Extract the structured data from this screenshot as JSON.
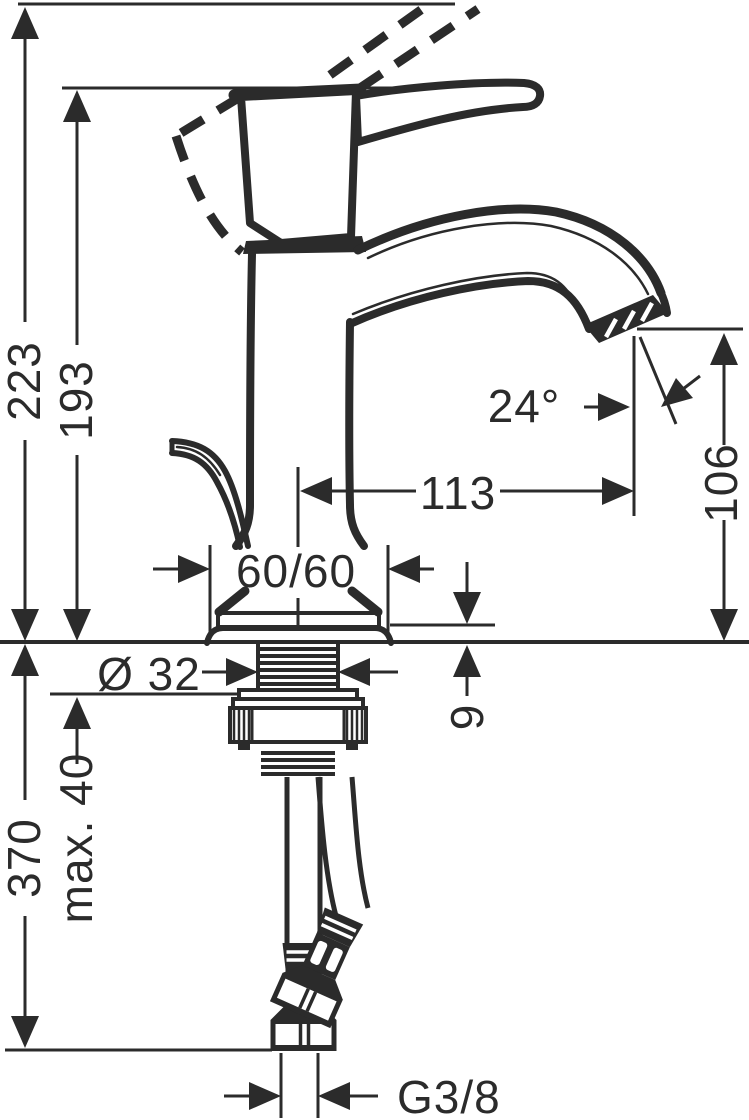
{
  "drawing": {
    "labels": {
      "total_height": "223",
      "handle_height": "193",
      "spout_reach": "113",
      "outlet_height": "106",
      "outlet_angle": "24°",
      "base_size": "60/60",
      "hole_diameter": "Ø 32",
      "base_plate_height": "9",
      "hose_length": "370",
      "max_counter_thickness": "max. 40",
      "connection_thread": "G3/8"
    },
    "colors": {
      "ink": "#2b2b2b",
      "background": "#ffffff"
    }
  }
}
